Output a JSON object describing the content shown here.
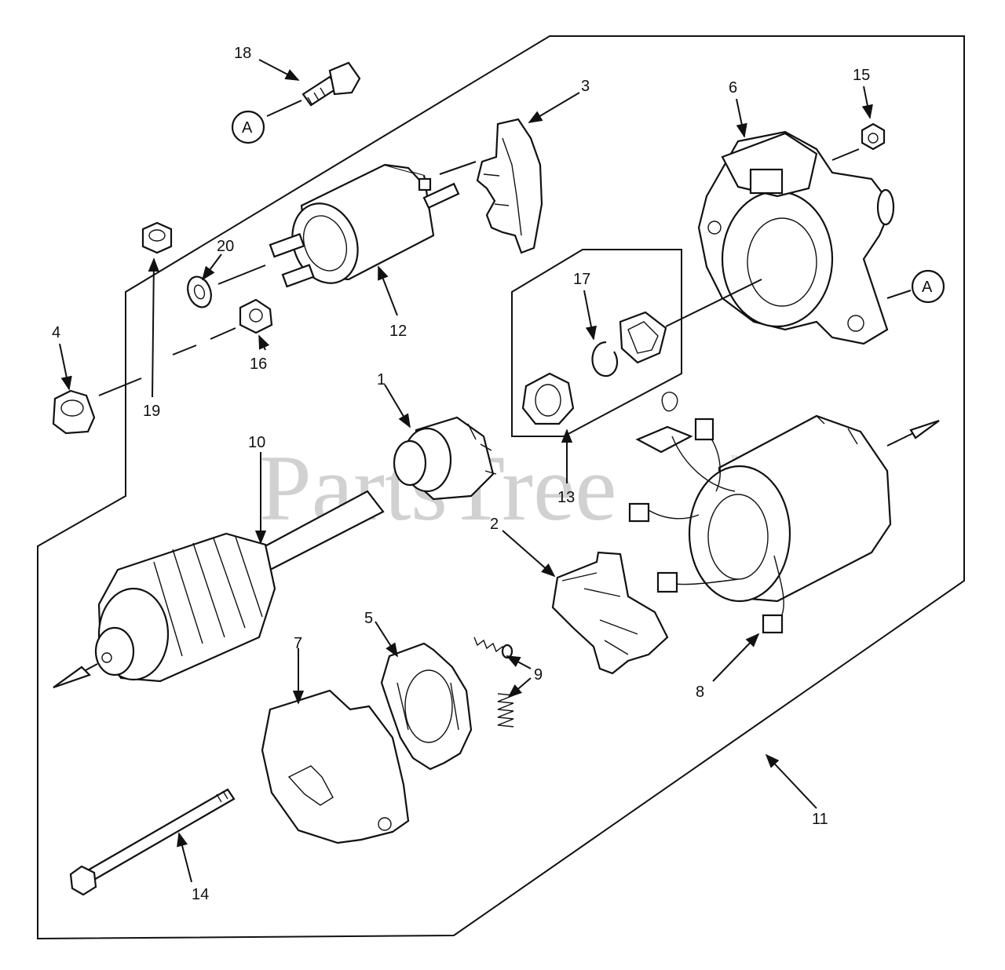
{
  "watermark": {
    "text": "PartsTree",
    "trademark": "™"
  },
  "reference_marks": [
    "A",
    "A"
  ],
  "callouts": [
    "18",
    "3",
    "6",
    "15",
    "20",
    "12",
    "17",
    "4",
    "19",
    "16",
    "1",
    "10",
    "13",
    "2",
    "5",
    "7",
    "9",
    "8",
    "11",
    "14"
  ]
}
